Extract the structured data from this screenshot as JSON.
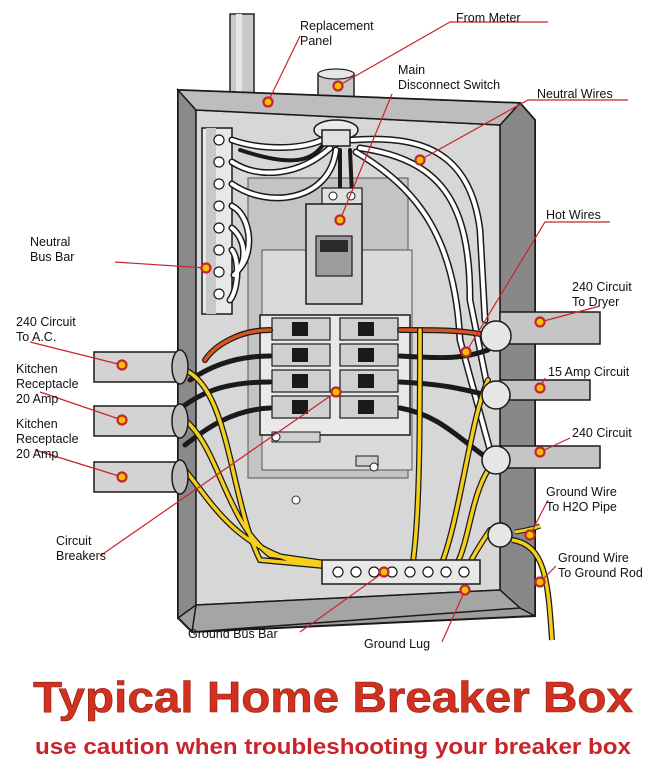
{
  "title": "Typical Home Breaker Box",
  "subtitle": "use caution when troubleshooting your breaker box",
  "labels": {
    "replacement_panel_1": "Replacement",
    "replacement_panel_2": "Panel",
    "from_meter": "From Meter",
    "main_disconnect_1": "Main",
    "main_disconnect_2": "Disconnect Switch",
    "neutral_wires": "Neutral Wires",
    "hot_wires": "Hot Wires",
    "neutral_bus_bar_1": "Neutral",
    "neutral_bus_bar_2": "Bus Bar",
    "circuit_240_ac_1": "240 Circuit",
    "circuit_240_ac_2": "To A.C.",
    "kitchen_1_a": "Kitchen",
    "kitchen_1_b": "Receptacle",
    "kitchen_1_c": "20 Amp",
    "kitchen_2_a": "Kitchen",
    "kitchen_2_b": "Receptacle",
    "kitchen_2_c": "20 Amp",
    "circuit_240_dryer_1": "240 Circuit",
    "circuit_240_dryer_2": "To Dryer",
    "amp_15_circuit": "15 Amp Circuit",
    "circuit_240": "240 Circuit",
    "ground_h2o_1": "Ground Wire",
    "ground_h2o_2": "To H2O Pipe",
    "ground_rod_1": "Ground Wire",
    "ground_rod_2": "To Ground Rod",
    "circuit_breakers_1": "Circuit",
    "circuit_breakers_2": "Breakers",
    "ground_bus_bar": "Ground Bus Bar",
    "ground_lug": "Ground Lug"
  },
  "colors": {
    "title": "#d2311f",
    "subtitle": "#c8242b",
    "leader": "#c8242b",
    "dot_fill": "#f2c400",
    "ground_wire": "#f4cf1e",
    "hot_wire_black": "#1a1a1a",
    "hot_wire_red": "#d9541e",
    "neutral_wire": "#ffffff",
    "panel_gray": "#b8b8b8"
  }
}
